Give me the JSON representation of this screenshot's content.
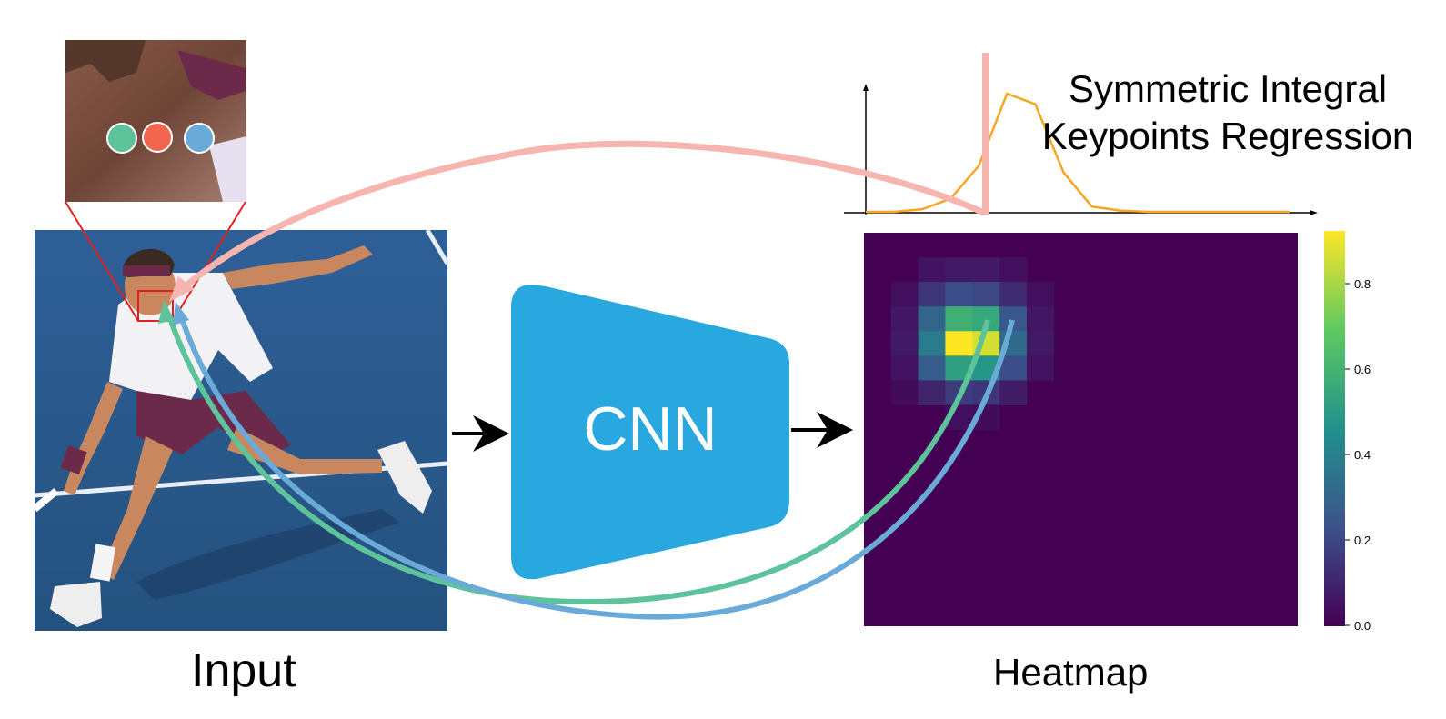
{
  "title": {
    "line1": "Symmetric Integral",
    "line2": "Keypoints Regression"
  },
  "input_label": "Input",
  "cnn_label": "CNN",
  "heatmap_label": "Heatmap",
  "colorbar": {
    "ticks": [
      "0.0",
      "0.2",
      "0.4",
      "0.6",
      "0.8"
    ],
    "colormap": "viridis"
  },
  "heatmap": {
    "grid": 16,
    "cells": [
      {
        "r": 1,
        "c": 2,
        "v": 0.05
      },
      {
        "r": 1,
        "c": 3,
        "v": 0.07
      },
      {
        "r": 1,
        "c": 4,
        "v": 0.07
      },
      {
        "r": 1,
        "c": 5,
        "v": 0.04
      },
      {
        "r": 2,
        "c": 1,
        "v": 0.04
      },
      {
        "r": 2,
        "c": 2,
        "v": 0.15
      },
      {
        "r": 2,
        "c": 3,
        "v": 0.22
      },
      {
        "r": 2,
        "c": 4,
        "v": 0.2
      },
      {
        "r": 2,
        "c": 5,
        "v": 0.12
      },
      {
        "r": 2,
        "c": 6,
        "v": 0.04
      },
      {
        "r": 3,
        "c": 1,
        "v": 0.06
      },
      {
        "r": 3,
        "c": 2,
        "v": 0.3
      },
      {
        "r": 3,
        "c": 3,
        "v": 0.58
      },
      {
        "r": 3,
        "c": 4,
        "v": 0.55
      },
      {
        "r": 3,
        "c": 5,
        "v": 0.25
      },
      {
        "r": 3,
        "c": 6,
        "v": 0.06
      },
      {
        "r": 4,
        "c": 1,
        "v": 0.07
      },
      {
        "r": 4,
        "c": 2,
        "v": 0.38
      },
      {
        "r": 4,
        "c": 3,
        "v": 0.92
      },
      {
        "r": 4,
        "c": 4,
        "v": 0.86
      },
      {
        "r": 4,
        "c": 5,
        "v": 0.32
      },
      {
        "r": 4,
        "c": 6,
        "v": 0.07
      },
      {
        "r": 5,
        "c": 1,
        "v": 0.05
      },
      {
        "r": 5,
        "c": 2,
        "v": 0.27
      },
      {
        "r": 5,
        "c": 3,
        "v": 0.52
      },
      {
        "r": 5,
        "c": 4,
        "v": 0.48
      },
      {
        "r": 5,
        "c": 5,
        "v": 0.22
      },
      {
        "r": 5,
        "c": 6,
        "v": 0.05
      },
      {
        "r": 6,
        "c": 1,
        "v": 0.03
      },
      {
        "r": 6,
        "c": 2,
        "v": 0.1
      },
      {
        "r": 6,
        "c": 3,
        "v": 0.17
      },
      {
        "r": 6,
        "c": 4,
        "v": 0.15
      },
      {
        "r": 6,
        "c": 5,
        "v": 0.08
      },
      {
        "r": 7,
        "c": 3,
        "v": 0.04
      },
      {
        "r": 7,
        "c": 4,
        "v": 0.03
      }
    ]
  },
  "distribution_curve": [
    0,
    0,
    0.02,
    0.1,
    0.35,
    0.9,
    0.82,
    0.3,
    0.04,
    0.01,
    0,
    0,
    0,
    0,
    0,
    0
  ],
  "colors": {
    "cnn_fill": "#29a8e0",
    "curve": "#f5a623",
    "pink_arrow": "#f7b5b0",
    "green_arrow": "#5ec29b",
    "blue_arrow": "#6aaad8",
    "zoom_red": "#e02020",
    "dot_green": "#5ec29b",
    "dot_red": "#f26650",
    "dot_blue": "#6aaad8"
  }
}
